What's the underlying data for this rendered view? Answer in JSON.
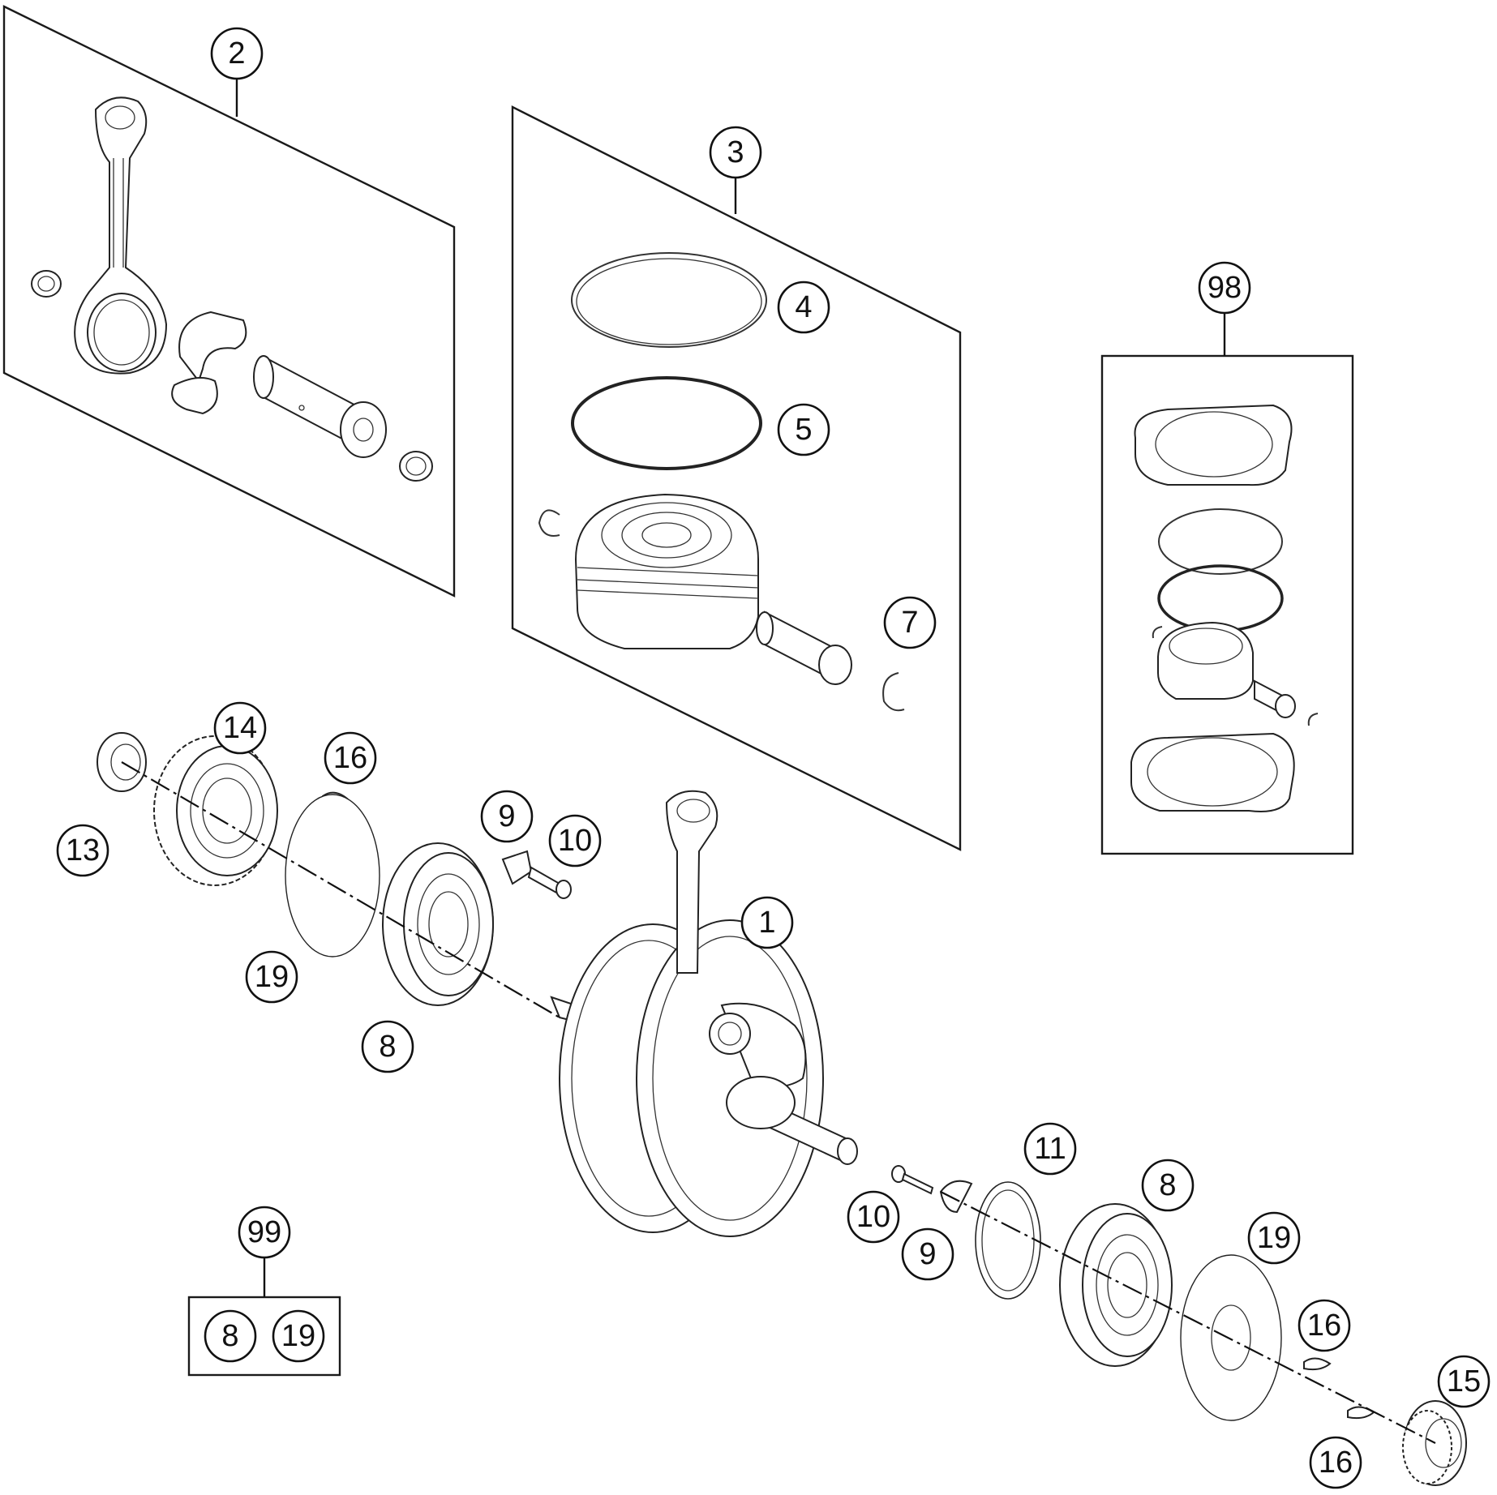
{
  "callouts": [
    {
      "id": "c2",
      "label": "2"
    },
    {
      "id": "c3",
      "label": "3"
    },
    {
      "id": "c4",
      "label": "4"
    },
    {
      "id": "c5",
      "label": "5"
    },
    {
      "id": "c7",
      "label": "7"
    },
    {
      "id": "c98",
      "label": "98"
    },
    {
      "id": "c14",
      "label": "14"
    },
    {
      "id": "c16a",
      "label": "16"
    },
    {
      "id": "c13",
      "label": "13"
    },
    {
      "id": "c9a",
      "label": "9"
    },
    {
      "id": "c10a",
      "label": "10"
    },
    {
      "id": "c1",
      "label": "1"
    },
    {
      "id": "c19a",
      "label": "19"
    },
    {
      "id": "c8a",
      "label": "8"
    },
    {
      "id": "c11",
      "label": "11"
    },
    {
      "id": "c8b",
      "label": "8"
    },
    {
      "id": "c10b",
      "label": "10"
    },
    {
      "id": "c9b",
      "label": "9"
    },
    {
      "id": "c19b",
      "label": "19"
    },
    {
      "id": "c16b",
      "label": "16"
    },
    {
      "id": "c15",
      "label": "15"
    },
    {
      "id": "c16c",
      "label": "16"
    },
    {
      "id": "c99",
      "label": "99"
    },
    {
      "id": "c8c",
      "label": "8"
    },
    {
      "id": "c19c",
      "label": "19"
    }
  ]
}
